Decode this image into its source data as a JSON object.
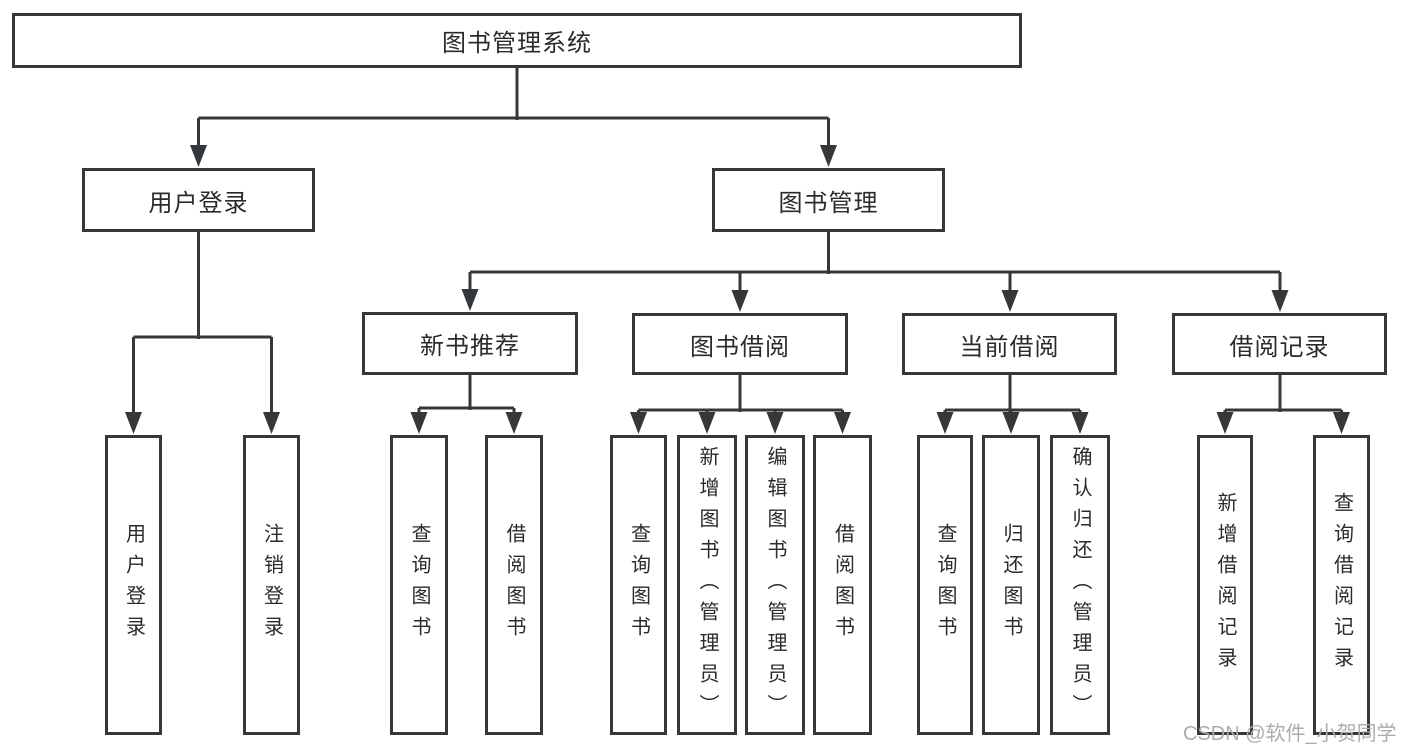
{
  "diagram_type": "hierarchy-tree",
  "colors": {
    "background": "#ffffff",
    "box_border": "#35383b",
    "connector_line": "#35383b",
    "text": "#2b2b2b",
    "watermark": "#a9adb1"
  },
  "tree": {
    "root": {
      "label": "图书管理系统",
      "children": [
        {
          "label": "用户登录",
          "children": [
            {
              "label": "用户登录"
            },
            {
              "label": "注销登录"
            }
          ]
        },
        {
          "label": "图书管理",
          "children": [
            {
              "label": "新书推荐",
              "children": [
                {
                  "label": "查询图书"
                },
                {
                  "label": "借阅图书"
                }
              ]
            },
            {
              "label": "图书借阅",
              "children": [
                {
                  "label": "查询图书"
                },
                {
                  "label": "新增图书（管理员）"
                },
                {
                  "label": "编辑图书（管理员）"
                },
                {
                  "label": "借阅图书"
                }
              ]
            },
            {
              "label": "当前借阅",
              "children": [
                {
                  "label": "查询图书"
                },
                {
                  "label": "归还图书"
                },
                {
                  "label": "确认归还（管理员）"
                }
              ]
            },
            {
              "label": "借阅记录",
              "children": [
                {
                  "label": "新增借阅记录"
                },
                {
                  "label": "查询借阅记录"
                }
              ]
            }
          ]
        }
      ]
    }
  },
  "watermark": {
    "text": "CSDN @软件_小贺同学"
  }
}
